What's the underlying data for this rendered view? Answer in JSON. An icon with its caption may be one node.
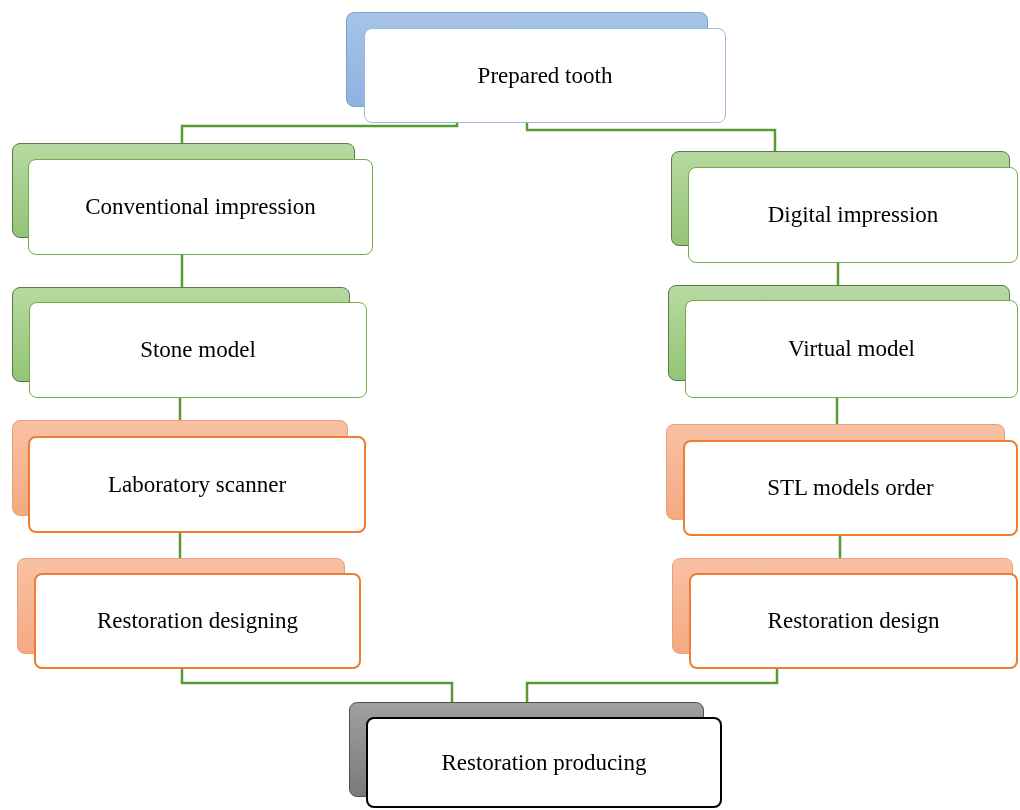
{
  "diagram": {
    "nodes": [
      {
        "text": [
          "Prepared tooth"
        ]
      },
      {
        "text": [
          "Conventional impression"
        ]
      },
      {
        "text": [
          "Digital impression"
        ]
      },
      {
        "text": [
          "Stone model"
        ]
      },
      {
        "text": [
          "Virtual model"
        ]
      },
      {
        "text": [
          "Laboratory scanner"
        ]
      },
      {
        "text": [
          "STL models order"
        ]
      },
      {
        "text": [
          "Restoration designing"
        ]
      },
      {
        "text": [
          "Restoration design"
        ]
      },
      {
        "text": [
          "Restoration producing"
        ]
      }
    ],
    "edges": [
      {
        "from": 0,
        "to": 1,
        "arrow": "none"
      },
      {
        "from": 0,
        "to": 2,
        "arrow": "none"
      },
      {
        "from": 1,
        "to": 3,
        "arrow": "none"
      },
      {
        "from": 2,
        "to": 4,
        "arrow": "none"
      },
      {
        "from": 3,
        "to": 5,
        "arrow": "none"
      },
      {
        "from": 4,
        "to": 6,
        "arrow": "none"
      },
      {
        "from": 5,
        "to": 7,
        "arrow": "none"
      },
      {
        "from": 6,
        "to": 8,
        "arrow": "none"
      },
      {
        "from": 7,
        "to": 9,
        "arrow": "none"
      },
      {
        "from": 8,
        "to": 9,
        "arrow": "none"
      }
    ]
  }
}
